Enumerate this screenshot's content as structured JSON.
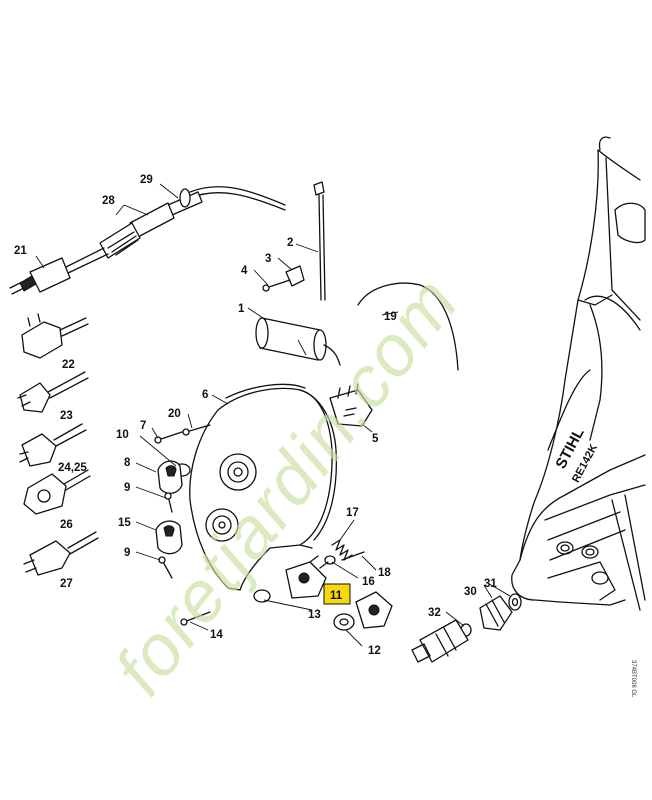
{
  "parts": [
    {
      "id": "p1",
      "number": "1"
    },
    {
      "id": "p2",
      "number": "2"
    },
    {
      "id": "p3",
      "number": "3"
    },
    {
      "id": "p4",
      "number": "4"
    },
    {
      "id": "p5",
      "number": "5"
    },
    {
      "id": "p6",
      "number": "6"
    },
    {
      "id": "p7",
      "number": "7"
    },
    {
      "id": "p8",
      "number": "8"
    },
    {
      "id": "p9a",
      "number": "9"
    },
    {
      "id": "p9b",
      "number": "9"
    },
    {
      "id": "p10",
      "number": "10"
    },
    {
      "id": "p11",
      "number": "11",
      "highlighted": true
    },
    {
      "id": "p12",
      "number": "12"
    },
    {
      "id": "p13",
      "number": "13"
    },
    {
      "id": "p14",
      "number": "14"
    },
    {
      "id": "p15",
      "number": "15"
    },
    {
      "id": "p16",
      "number": "16"
    },
    {
      "id": "p17",
      "number": "17"
    },
    {
      "id": "p18",
      "number": "18"
    },
    {
      "id": "p19",
      "number": "19"
    },
    {
      "id": "p20",
      "number": "20"
    },
    {
      "id": "p21",
      "number": "21"
    },
    {
      "id": "p22",
      "number": "22"
    },
    {
      "id": "p23",
      "number": "23"
    },
    {
      "id": "p2425",
      "number": "24,25"
    },
    {
      "id": "p26",
      "number": "26"
    },
    {
      "id": "p27",
      "number": "27"
    },
    {
      "id": "p28",
      "number": "28"
    },
    {
      "id": "p29",
      "number": "29"
    },
    {
      "id": "p30",
      "number": "30"
    },
    {
      "id": "p31",
      "number": "31"
    },
    {
      "id": "p32",
      "number": "32"
    }
  ],
  "machine": {
    "brand": "STIHL",
    "model": "RE142K"
  },
  "drawing_code": "374BT008 GL",
  "watermark": "foretjardin.com",
  "highlight_color": "#f5d90a"
}
